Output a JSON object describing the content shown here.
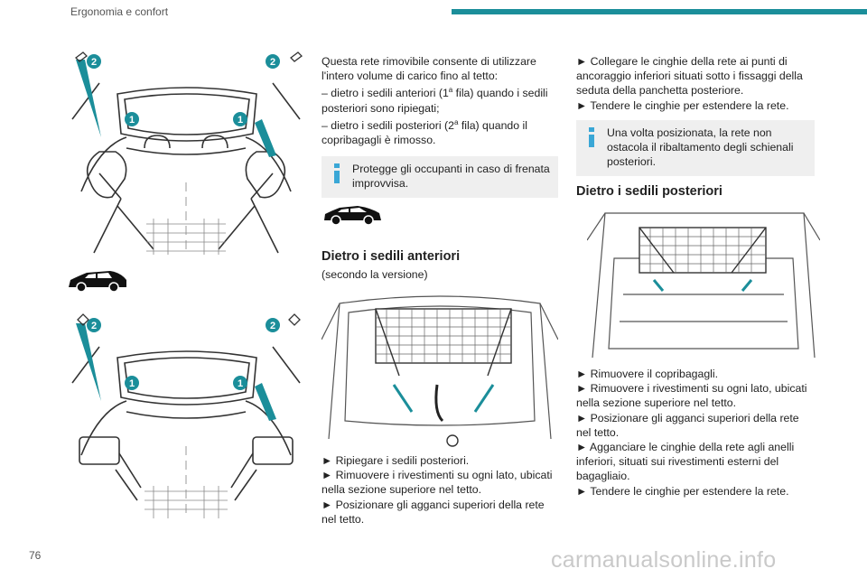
{
  "header": {
    "section": "Ergonomia e confort",
    "page_number": "76"
  },
  "figures": {
    "callout_1": "1",
    "callout_2": "2"
  },
  "col2": {
    "intro_1": "Questa rete rimovibile consente di utilizzare l'intero volume di carico fino al tetto:",
    "intro_2_pre": "– dietro i sedili anteriori (1",
    "intro_2_sup": "a",
    "intro_2_post": " fila) quando i sedili posteriori sono ripiegati;",
    "intro_3_pre": "– dietro i sedili posteriori (2",
    "intro_3_sup": "a",
    "intro_3_post": " fila) quando il copribagagli è rimosso.",
    "note": "Protegge gli occupanti in caso di frenata improvvisa.",
    "heading_front": "Dietro i sedili anteriori",
    "version": "(secondo la versione)",
    "steps": [
      "► Ripiegare i sedili posteriori.",
      "► Rimuovere i rivestimenti su ogni lato, ubicati nella sezione superiore nel tetto.",
      "► Posizionare gli agganci superiori della rete nel tetto."
    ]
  },
  "col3": {
    "steps_top": [
      "► Collegare le cinghie della rete ai punti di ancoraggio inferiori situati sotto i fissaggi della seduta della panchetta posteriore.",
      "► Tendere le cinghie per estendere la rete."
    ],
    "note": "Una volta posizionata, la rete non ostacola il ribaltamento degli schienali posteriori.",
    "heading_rear": "Dietro i sedili posteriori",
    "steps_bottom": [
      "► Rimuovere il copribagagli.",
      "► Rimuovere i rivestimenti su ogni lato, ubicati nella sezione superiore nel tetto.",
      "► Posizionare gli agganci superiori della rete nel tetto.",
      "► Agganciare le cinghie della rete agli anelli inferiori, situati sui rivestimenti esterni del bagagliaio.",
      "► Tendere le cinghie per estendere la rete."
    ]
  },
  "watermark": "carmanualsonline.info",
  "colors": {
    "accent": "#1b8e9a",
    "note_bg": "#efefef",
    "info_icon": "#3aa7d6"
  }
}
